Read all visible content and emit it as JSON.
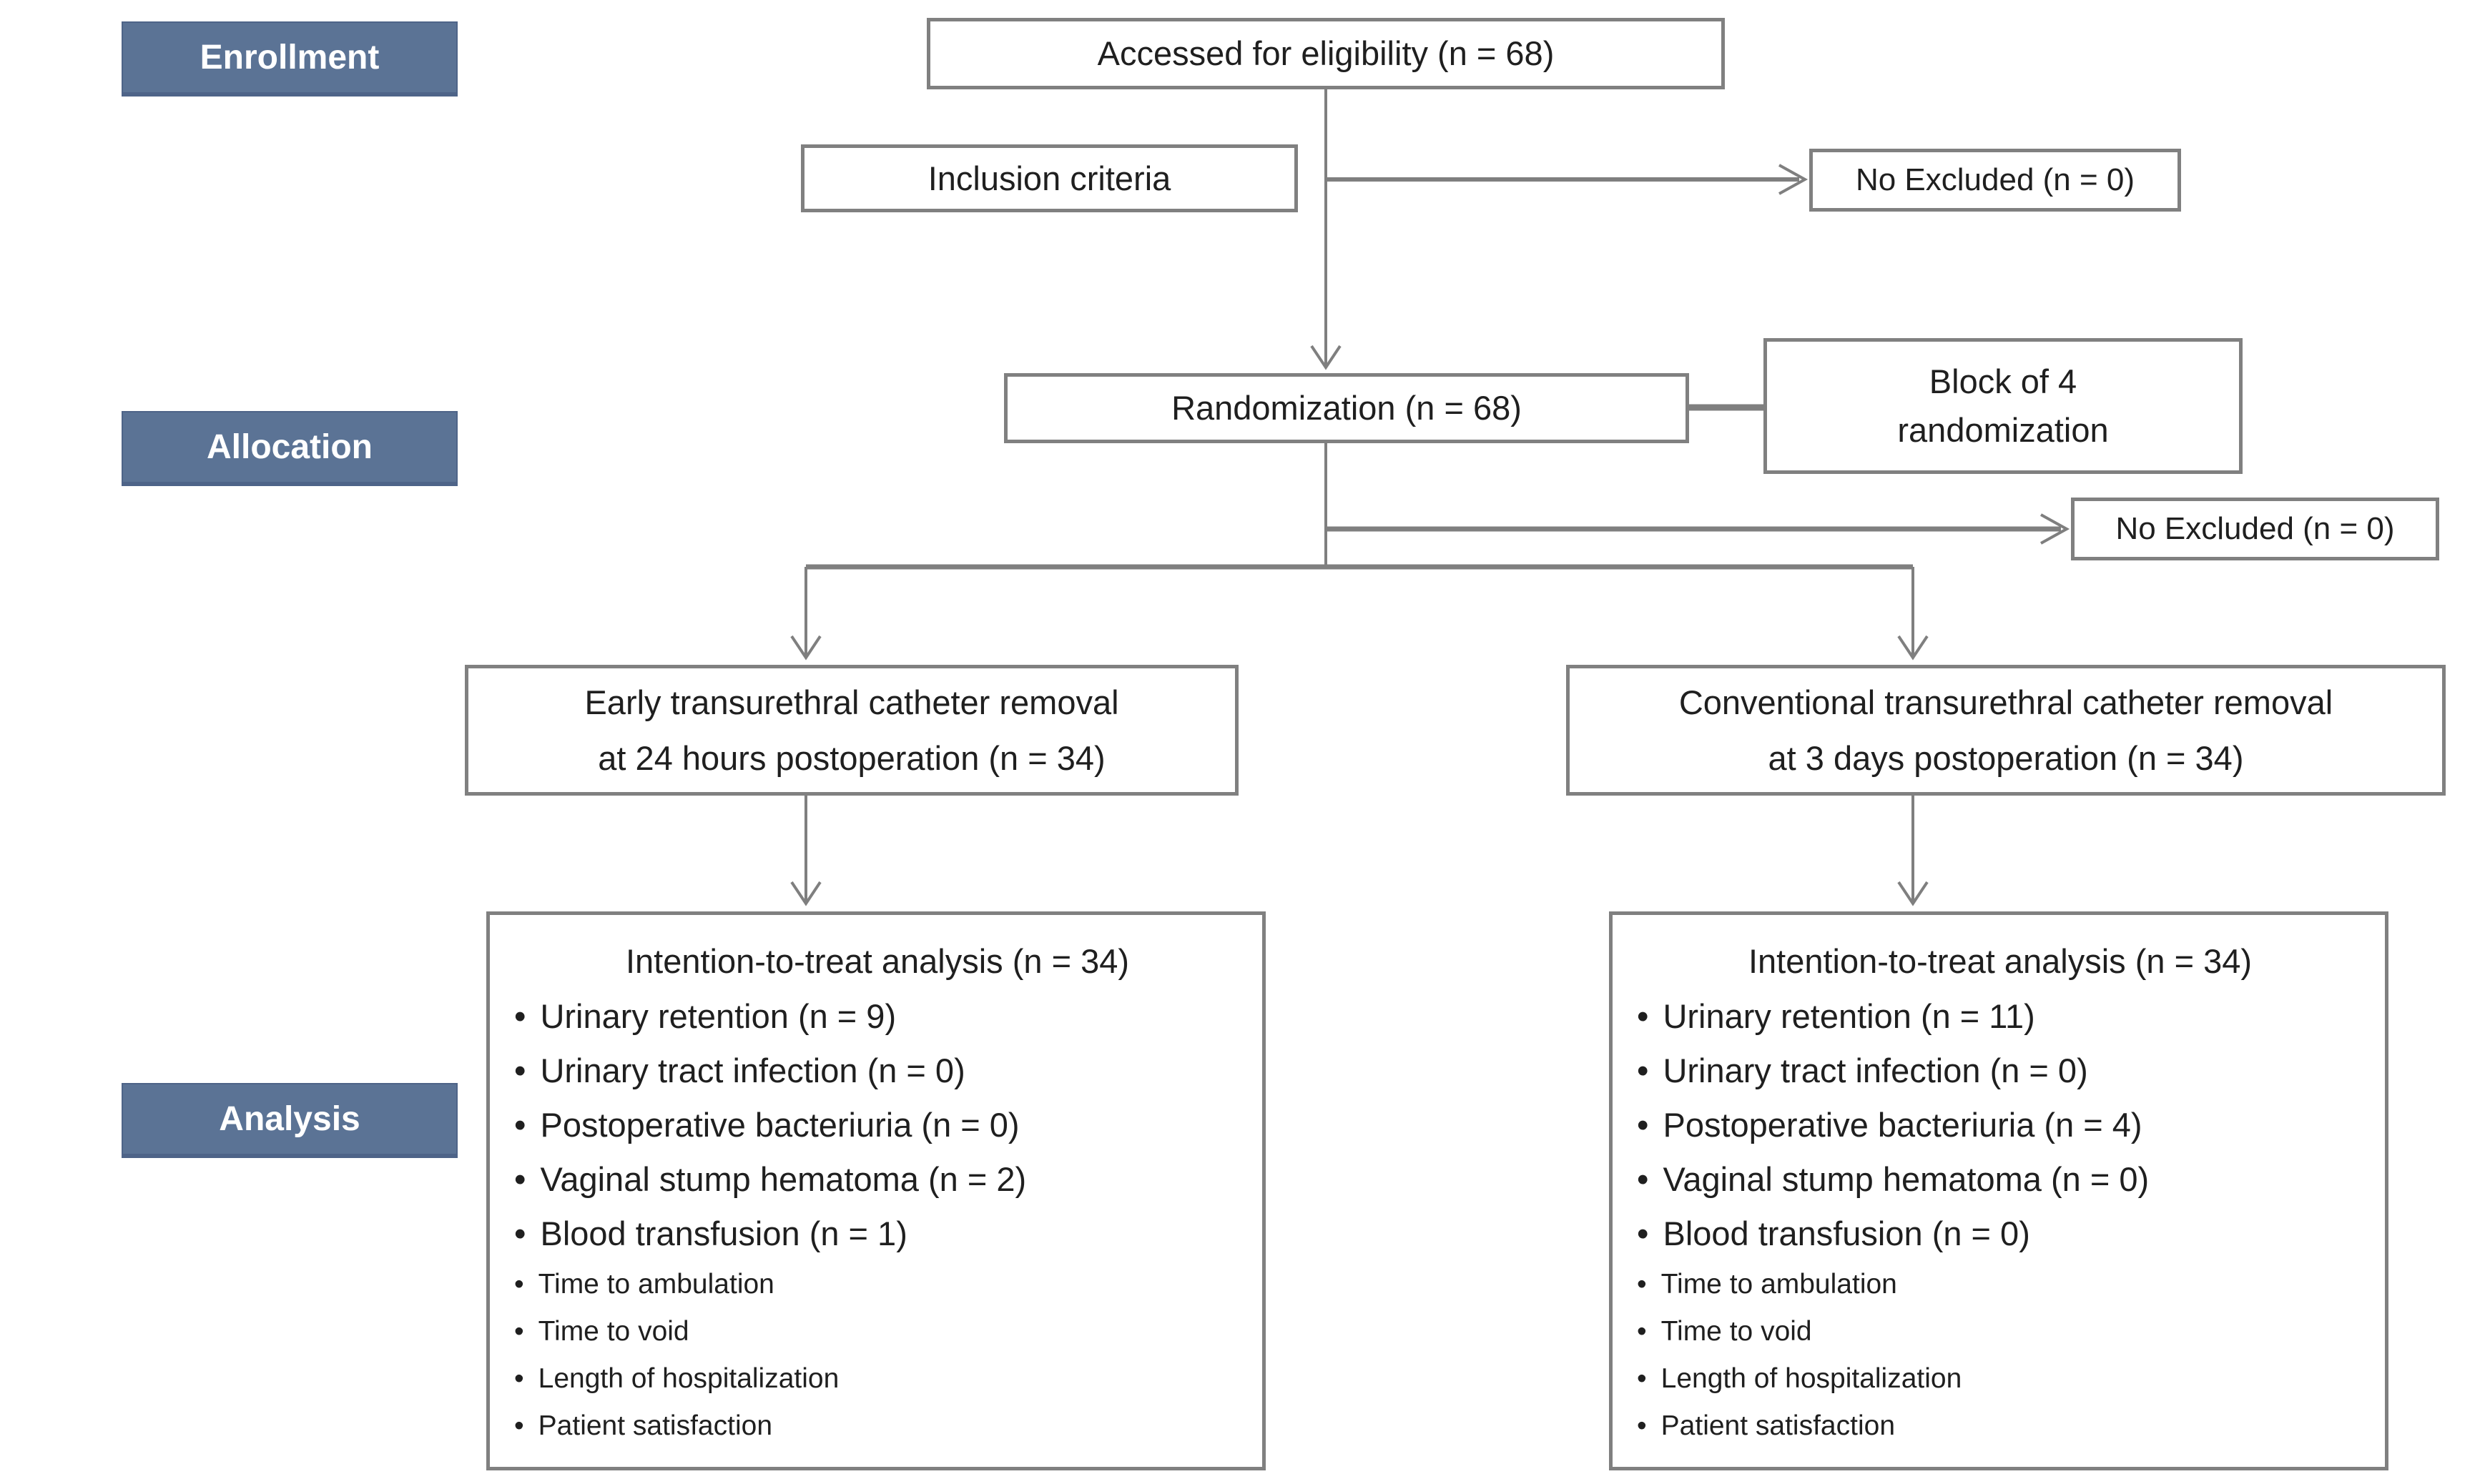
{
  "phases": {
    "enrollment": "Enrollment",
    "allocation": "Allocation",
    "analysis": "Analysis"
  },
  "boxes": {
    "eligibility": "Accessed for eligibility (n = 68)",
    "inclusion": "Inclusion criteria",
    "excluded_top": "No Excluded (n = 0)",
    "randomization": "Randomization (n = 68)",
    "block_line1": "Block of 4",
    "block_line2": "randomization",
    "excluded_mid": "No Excluded (n = 0)",
    "arm_left_line1": "Early transurethral catheter removal",
    "arm_left_line2": "at 24 hours postoperation (n = 34)",
    "arm_right_line1": "Conventional transurethral catheter removal",
    "arm_right_line2": "at 3 days postoperation (n = 34)"
  },
  "bullet_glyph": "•",
  "analysis_left": {
    "title": "Intention-to-treat analysis (n = 34)",
    "items_primary": [
      "Urinary retention (n = 9)",
      "Urinary tract infection (n = 0)",
      "Postoperative bacteriuria (n = 0)",
      "Vaginal stump hematoma (n = 2)",
      "Blood transfusion (n = 1)"
    ],
    "items_secondary": [
      "Time to ambulation",
      "Time to void",
      "Length of hospitalization",
      "Patient satisfaction"
    ]
  },
  "analysis_right": {
    "title": "Intention-to-treat analysis (n = 34)",
    "items_primary": [
      "Urinary retention (n = 11)",
      "Urinary tract infection (n = 0)",
      "Postoperative bacteriuria (n = 4)",
      "Vaginal stump hematoma (n = 0)",
      "Blood transfusion (n = 0)"
    ],
    "items_secondary": [
      "Time to ambulation",
      "Time to void",
      "Length of hospitalization",
      "Patient satisfaction"
    ]
  },
  "colors": {
    "phase_bg": "#5b7395",
    "box_border": "#808080",
    "connector": "#7f7f7f",
    "text": "#1f1f1f"
  }
}
